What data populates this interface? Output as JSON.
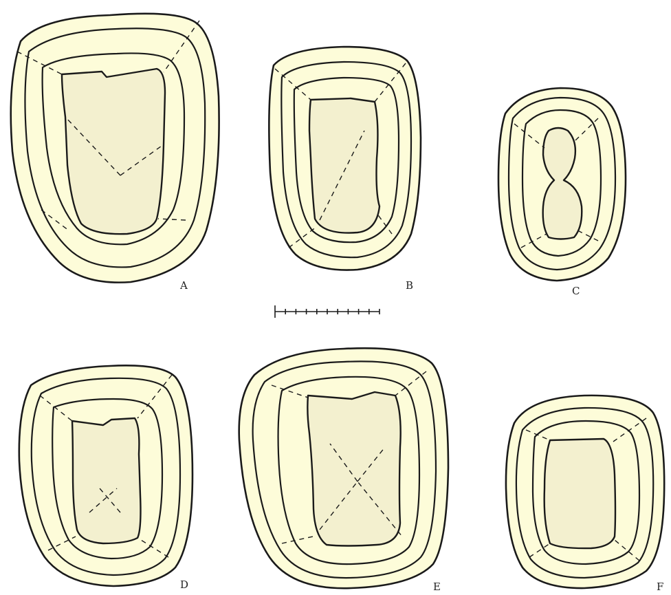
{
  "colors": {
    "cream": "#fdfcd9",
    "ink": "#1a1a1a",
    "core": "#f3f0cf",
    "speckle": "#2b2b2b"
  },
  "specimens": [
    {
      "id": "A",
      "label": "A"
    },
    {
      "id": "B",
      "label": "B"
    },
    {
      "id": "C",
      "label": "C"
    },
    {
      "id": "D",
      "label": "D"
    },
    {
      "id": "E",
      "label": "E"
    },
    {
      "id": "F",
      "label": "F"
    }
  ],
  "scale_bar": {
    "divisions": 10
  }
}
